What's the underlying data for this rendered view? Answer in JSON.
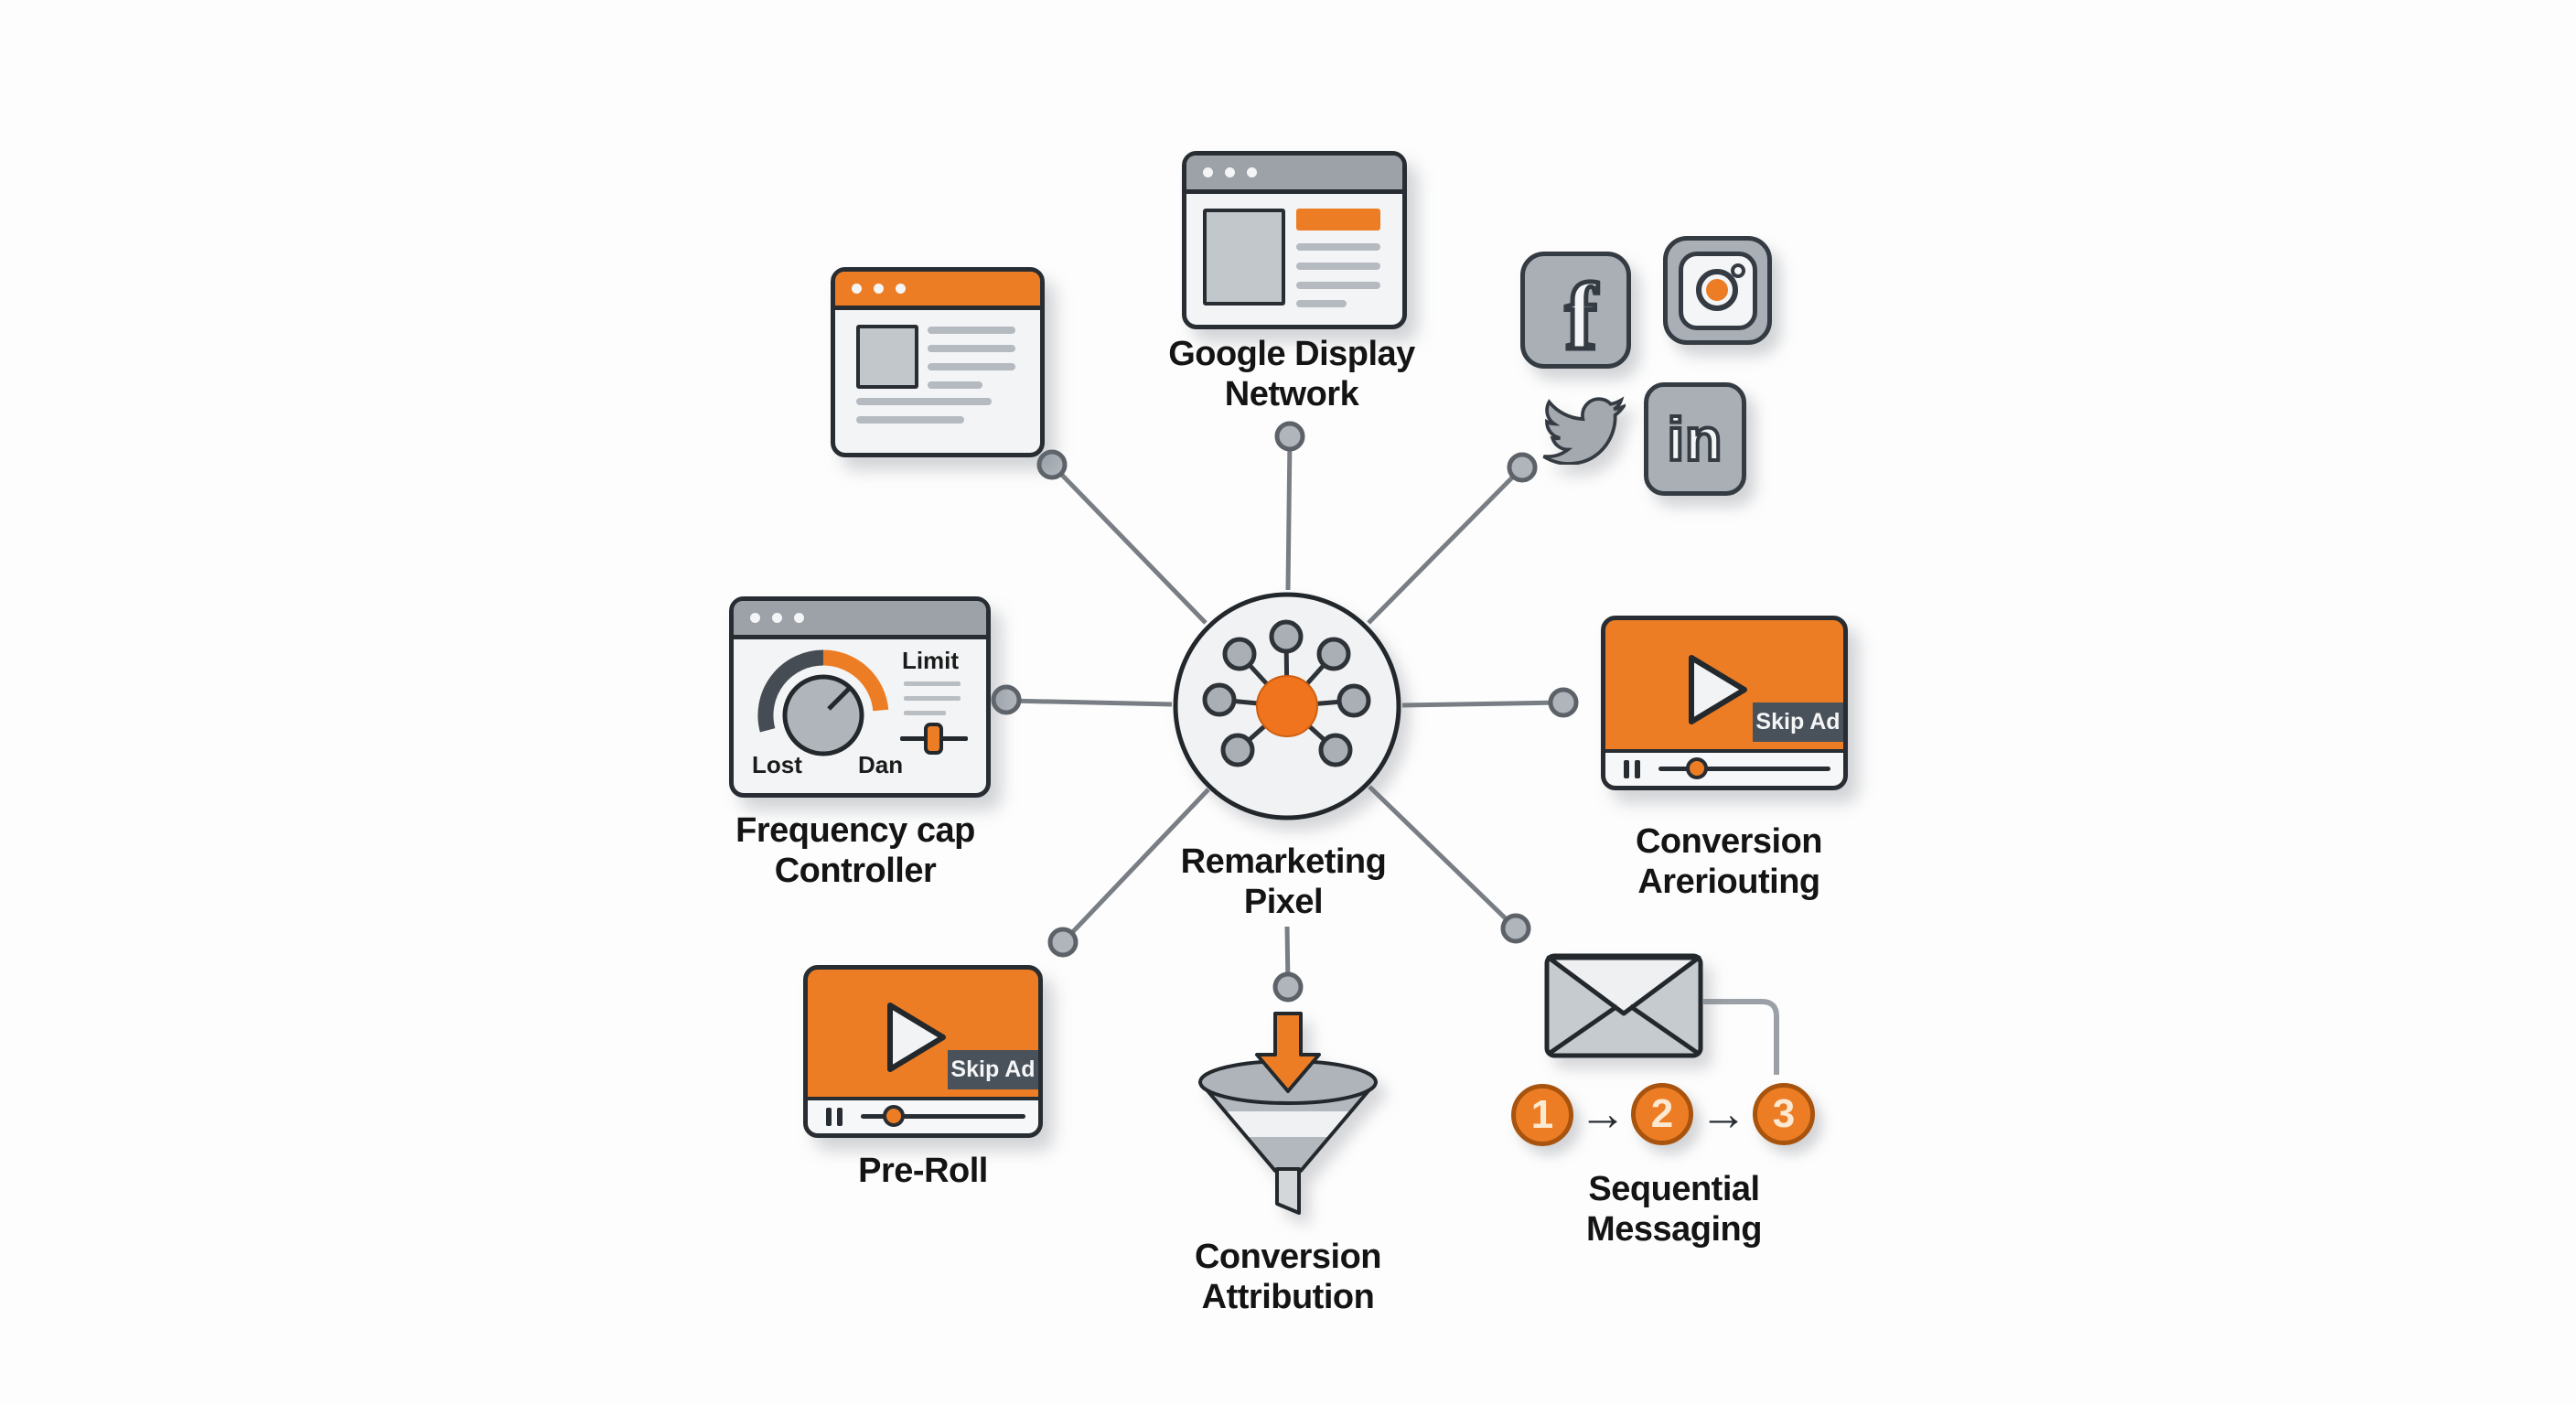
{
  "diagram": {
    "hub": {
      "label": "Remarketing\nPixel"
    },
    "nodes": {
      "google_display": {
        "label": "Google Display\nNetwork"
      },
      "frequency_cap": {
        "label": "Frequency cap\nController",
        "widget": {
          "title": "Limit",
          "knob_left": "Lost",
          "knob_right": "Dan"
        }
      },
      "conversion_rerouting": {
        "label": "Conversion\nAreriouting",
        "badge": "Skip Ad"
      },
      "pre_roll": {
        "label": "Pre-Roll",
        "badge": "Skip Ad"
      },
      "conversion_attribution": {
        "label": "Conversion\nAttribution"
      },
      "sequential_messaging": {
        "label": "Sequential\nMessaging",
        "steps": [
          "1",
          "2",
          "3"
        ],
        "arrow": "→"
      }
    },
    "social_icons": [
      "facebook",
      "instagram",
      "twitter",
      "linkedin"
    ],
    "social_labels": {
      "facebook": "f",
      "linkedin": "in"
    },
    "colors": {
      "accent_orange": "#EC7D24",
      "hub_center_orange": "#F0741D",
      "dark_outline": "#272D33",
      "gray_header": "#9CA2A8",
      "connector_gray": "#787E84",
      "badge_dark": "#49515A"
    }
  }
}
